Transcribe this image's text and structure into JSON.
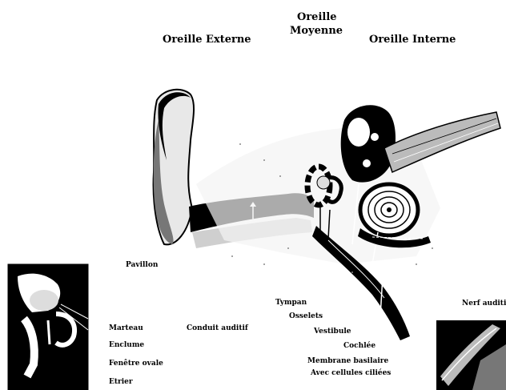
{
  "sections": {
    "external": "Oreille Externe",
    "middle_line1": "Oreille",
    "middle_line2": "Moyenne",
    "internal": "Oreille Interne"
  },
  "labels": {
    "pavillon": "Pavillon",
    "tympan": "Tympan",
    "osselets": "Osselets",
    "vestibule": "Vestibule",
    "cochlee": "Cochlée",
    "membrane_line1": "Membrane basilaire",
    "membrane_line2": "Avec cellules ciliées",
    "conduit": "Conduit auditif",
    "nerf": "Nerf auditif"
  },
  "inset_labels": {
    "marteau": "Marteau",
    "enclume": "Enclume",
    "fenetre": "Fenêtre ovale",
    "etrier": "Etrier"
  }
}
